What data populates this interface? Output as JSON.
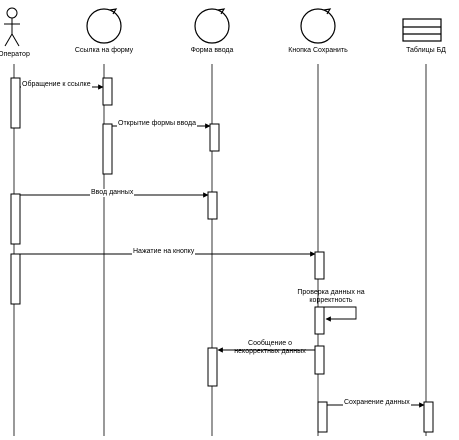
{
  "participants": [
    {
      "id": "operator",
      "label": "Оператор",
      "kind": "actor"
    },
    {
      "id": "link",
      "label": "Ссылка на форму",
      "kind": "control"
    },
    {
      "id": "form",
      "label": "Форма ввода",
      "kind": "control"
    },
    {
      "id": "button",
      "label": "Кнопка Сохранить",
      "kind": "control"
    },
    {
      "id": "tables",
      "label": "Таблицы БД",
      "kind": "entity"
    }
  ],
  "messages": [
    {
      "id": "m1",
      "from": "operator",
      "to": "link",
      "label": "Обращение к ссылке"
    },
    {
      "id": "m2",
      "from": "link",
      "to": "form",
      "label": "Открытие формы ввода"
    },
    {
      "id": "m3",
      "from": "operator",
      "to": "form",
      "label": "Ввод данных"
    },
    {
      "id": "m4",
      "from": "operator",
      "to": "button",
      "label": "Нажатие на кнопку"
    },
    {
      "id": "m5",
      "from": "button",
      "to": "button",
      "label_lines": [
        "Проверка данных на",
        "корректность"
      ]
    },
    {
      "id": "m6",
      "from": "button",
      "to": "form",
      "label_lines": [
        "Сообщение о",
        "некорректных данных"
      ]
    },
    {
      "id": "m7",
      "from": "button",
      "to": "tables",
      "label": "Сохранение данных"
    }
  ]
}
